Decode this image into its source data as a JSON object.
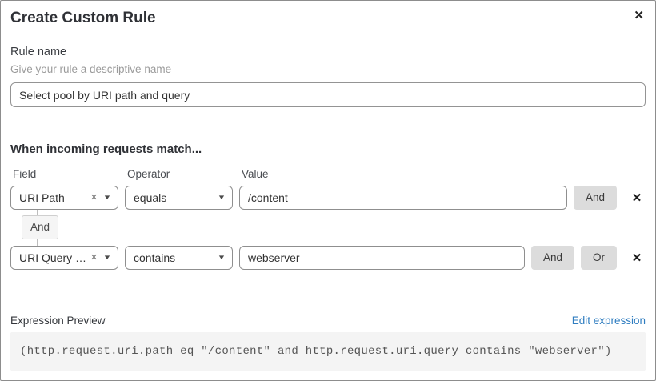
{
  "dialog": {
    "title": "Create Custom Rule"
  },
  "icons": {
    "close": "✕",
    "clear": "✕",
    "caret": "▼",
    "remove": "✕"
  },
  "rule_name": {
    "label": "Rule name",
    "helper": "Give your rule a descriptive name",
    "value": "Select pool by URI path and query"
  },
  "match": {
    "heading": "When incoming requests match...",
    "columns": {
      "field": "Field",
      "operator": "Operator",
      "value": "Value"
    },
    "connector_label": "And",
    "rows": [
      {
        "field": "URI Path",
        "operator": "equals",
        "value": "/content",
        "and_label": "And"
      },
      {
        "field": "URI Query St...",
        "operator": "contains",
        "value": "webserver",
        "and_label": "And",
        "or_label": "Or"
      }
    ]
  },
  "expression": {
    "label": "Expression Preview",
    "edit_link": "Edit expression",
    "code": "(http.request.uri.path eq \"/content\" and http.request.uri.query contains \"webserver\")"
  },
  "colors": {
    "link_blue": "#2f7dc0",
    "button_gray": "#dcdcdc",
    "code_background": "#f4f4f4",
    "input_border": "#8f8f8f"
  }
}
